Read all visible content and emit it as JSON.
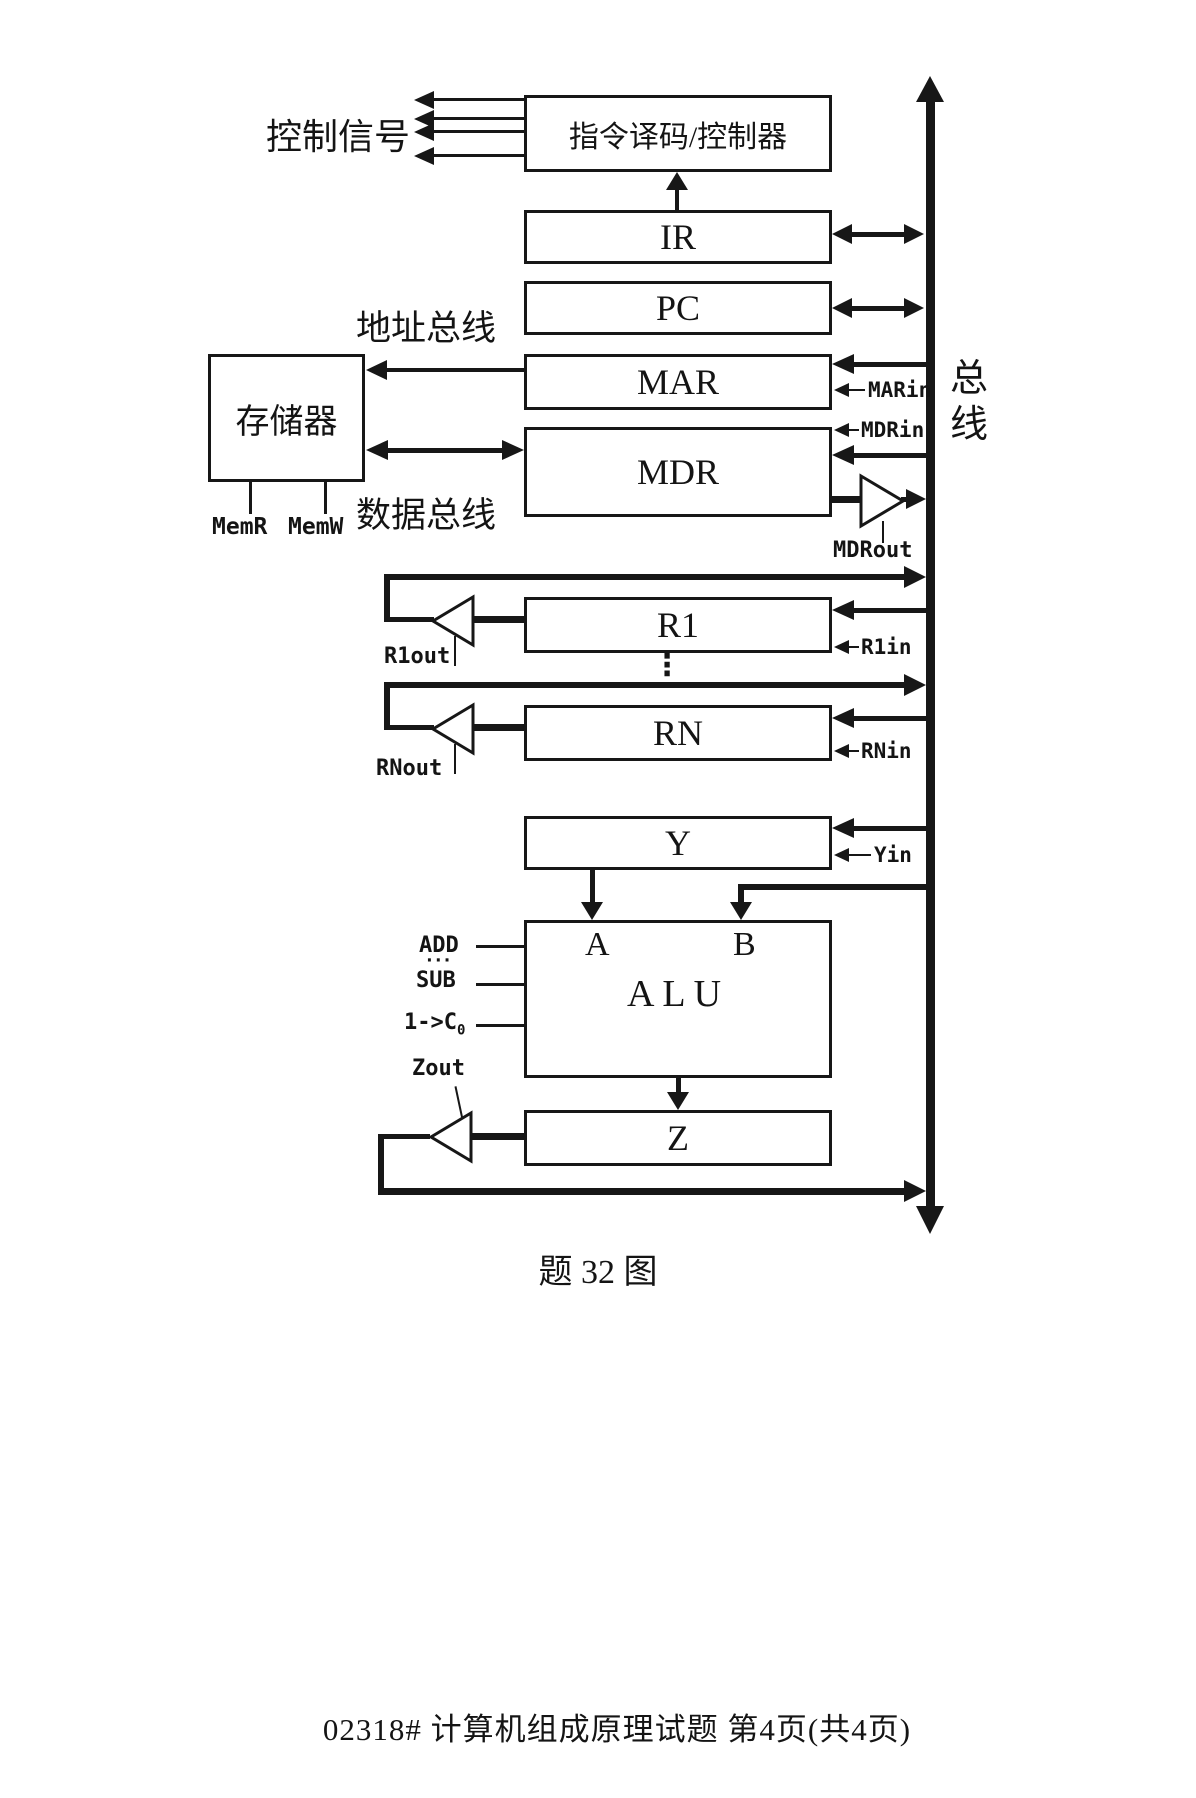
{
  "figure": {
    "caption": "题 32 图",
    "footer": "02318# 计算机组成原理试题 第4页(共4页)",
    "bus": {
      "label": "总线"
    },
    "labels": {
      "control_signals": "控制信号",
      "address_bus": "地址总线",
      "data_bus": "数据总线"
    },
    "boxes": {
      "controller": "指令译码/控制器",
      "ir": "IR",
      "pc": "PC",
      "mar": "MAR",
      "mdr": "MDR",
      "memory": "存储器",
      "r1": "R1",
      "rn": "RN",
      "y": "Y",
      "alu": "ALU",
      "alu_input_a": "A",
      "alu_input_b": "B",
      "z": "Z"
    },
    "signals": {
      "mem_r": "MemR",
      "mem_w": "MemW",
      "mar_in": "MARin",
      "mdr_in": "MDRin",
      "mdr_out": "MDRout",
      "r1_in": "R1in",
      "r1_out": "R1out",
      "rn_in": "RNin",
      "rn_out": "RNout",
      "y_in": "Yin",
      "z_out": "Zout",
      "alu_op_add": "ADD",
      "alu_op_more": "···",
      "alu_op_sub": "SUB",
      "alu_carry_base": "1->C",
      "alu_carry_sub": "0",
      "register_ellipsis": "⋮"
    },
    "colors": {
      "ink": "#171717",
      "paper": "#ffffff"
    }
  }
}
